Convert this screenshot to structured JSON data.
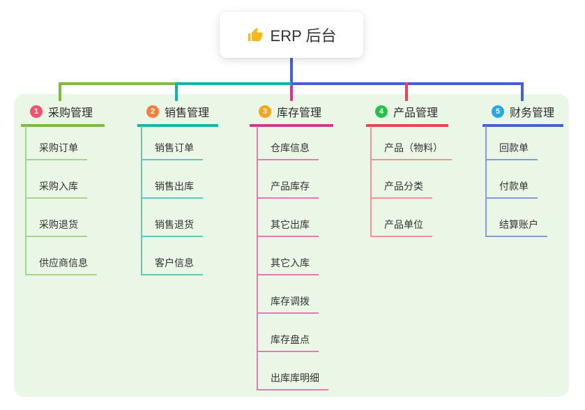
{
  "root": {
    "icon": "thumbs-up",
    "icon_glyph": "👍",
    "label": "ERP 后台"
  },
  "colors": {
    "page_bg": "#ffffff",
    "panel_bg": "#eaf6e6",
    "root_stem": "#4a5fd3",
    "title_text": "#2b2b2b",
    "child_text": "#333333",
    "thumb_yellow": "#f5b81c"
  },
  "branches": [
    {
      "index": "1",
      "label": "采购管理",
      "badge_color": "#f4516c",
      "line_color": "#7ebc41",
      "child_line_color": "#a6d489",
      "children": [
        "采购订单",
        "采购入库",
        "采购退货",
        "供应商信息"
      ]
    },
    {
      "index": "2",
      "label": "销售管理",
      "badge_color": "#f67f3a",
      "line_color": "#13b5a4",
      "child_line_color": "#5ec8be",
      "children": [
        "销售订单",
        "销售出库",
        "销售退货",
        "客户信息"
      ]
    },
    {
      "index": "3",
      "label": "库存管理",
      "badge_color": "#f5a41d",
      "line_color": "#d4368f",
      "child_line_color": "#e878b4",
      "children": [
        "仓库信息",
        "产品库存",
        "其它出库",
        "其它入库",
        "库存调拨",
        "库存盘点",
        "出库库明细"
      ]
    },
    {
      "index": "4",
      "label": "产品管理",
      "badge_color": "#27c24e",
      "line_color": "#f23f55",
      "child_line_color": "#f48f97",
      "children": [
        "产品（物料）",
        "产品分类",
        "产品单位"
      ]
    },
    {
      "index": "5",
      "label": "财务管理",
      "badge_color": "#2ba6df",
      "line_color": "#4460d4",
      "child_line_color": "#8598dc",
      "children": [
        "回款单",
        "付款单",
        "结算账户"
      ]
    }
  ]
}
